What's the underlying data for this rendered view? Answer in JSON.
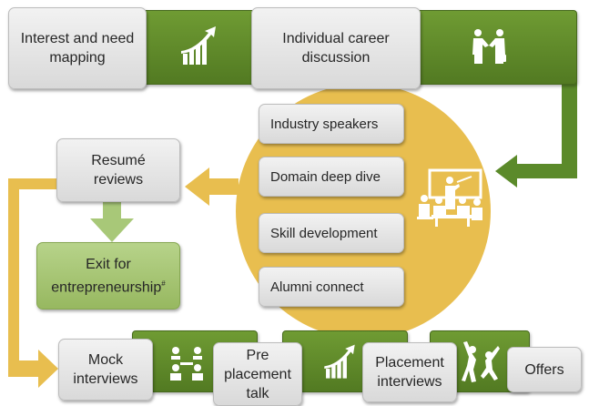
{
  "steps": {
    "interest": "Interest and need mapping",
    "career": "Individual career discussion",
    "resume": "Resumé reviews",
    "exit": "Exit for entrepreneurship",
    "exit_sup": "#",
    "mock": "Mock interviews",
    "preplacement": "Pre placement talk",
    "placement": "Placement interviews",
    "offers": "Offers"
  },
  "circle_items": [
    "Industry speakers",
    "Domain deep dive",
    "Skill development",
    "Alumni connect"
  ],
  "colors": {
    "green_dark": "#5b8a2a",
    "green_light": "#a8c878",
    "gold": "#e8be4f",
    "box_gray": "#e3e3e3",
    "icon_white": "#ffffff"
  },
  "icons": [
    "growth-chart-icon",
    "handshake-icon",
    "classroom-presentation-icon",
    "team-meeting-icon",
    "growth-chart-icon",
    "celebration-icon"
  ]
}
